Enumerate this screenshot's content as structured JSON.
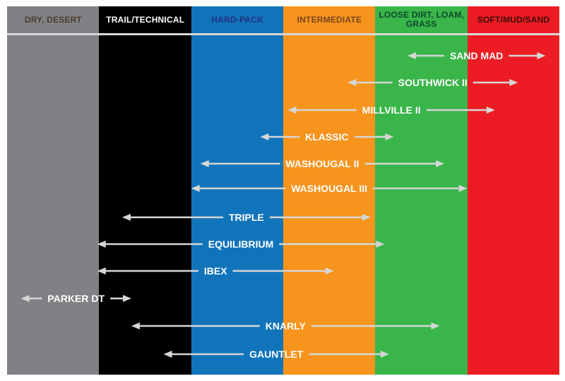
{
  "columns": [
    {
      "label": "DRY, DESERT",
      "bg": "#808184",
      "fg": "#4d3b2e"
    },
    {
      "label": "TRAIL/TECHNICAL",
      "bg": "#000000",
      "fg": "#ffffff"
    },
    {
      "label": "HARD-PACK",
      "bg": "#1174bb",
      "fg": "#262f80"
    },
    {
      "label": "INTERMEDIATE",
      "bg": "#f7941d",
      "fg": "#7a4520"
    },
    {
      "label": "LOOSE DIRT, LOAM, GRASS",
      "bg": "#3ab54a",
      "fg": "#0c4a2a"
    },
    {
      "label": "SOFT/MUD/SAND",
      "bg": "#ed1c24",
      "fg": "#3b0a0a"
    }
  ],
  "tires": [
    {
      "name": "SAND MAD",
      "start": 4.35,
      "end": 5.85
    },
    {
      "name": "SOUTHWICK II",
      "start": 3.7,
      "end": 5.55
    },
    {
      "name": "MILLVILLE II",
      "start": 3.05,
      "end": 5.3
    },
    {
      "name": "KLASSIC",
      "start": 2.75,
      "end": 4.2
    },
    {
      "name": "WASHOUGAL II",
      "start": 2.1,
      "end": 4.75
    },
    {
      "name": "WASHOUGAL III",
      "start": 2.0,
      "end": 5.0
    },
    {
      "name": "TRIPLE",
      "start": 1.25,
      "end": 3.95
    },
    {
      "name": "EQUILIBRIUM",
      "start": 0.98,
      "end": 4.1
    },
    {
      "name": "IBEX",
      "start": 0.98,
      "end": 3.55
    },
    {
      "name": "PARKER DT",
      "start": 0.15,
      "end": 1.35
    },
    {
      "name": "KNARLY",
      "start": 1.35,
      "end": 4.7
    },
    {
      "name": "GAUNTLET",
      "start": 1.7,
      "end": 4.15
    }
  ]
}
